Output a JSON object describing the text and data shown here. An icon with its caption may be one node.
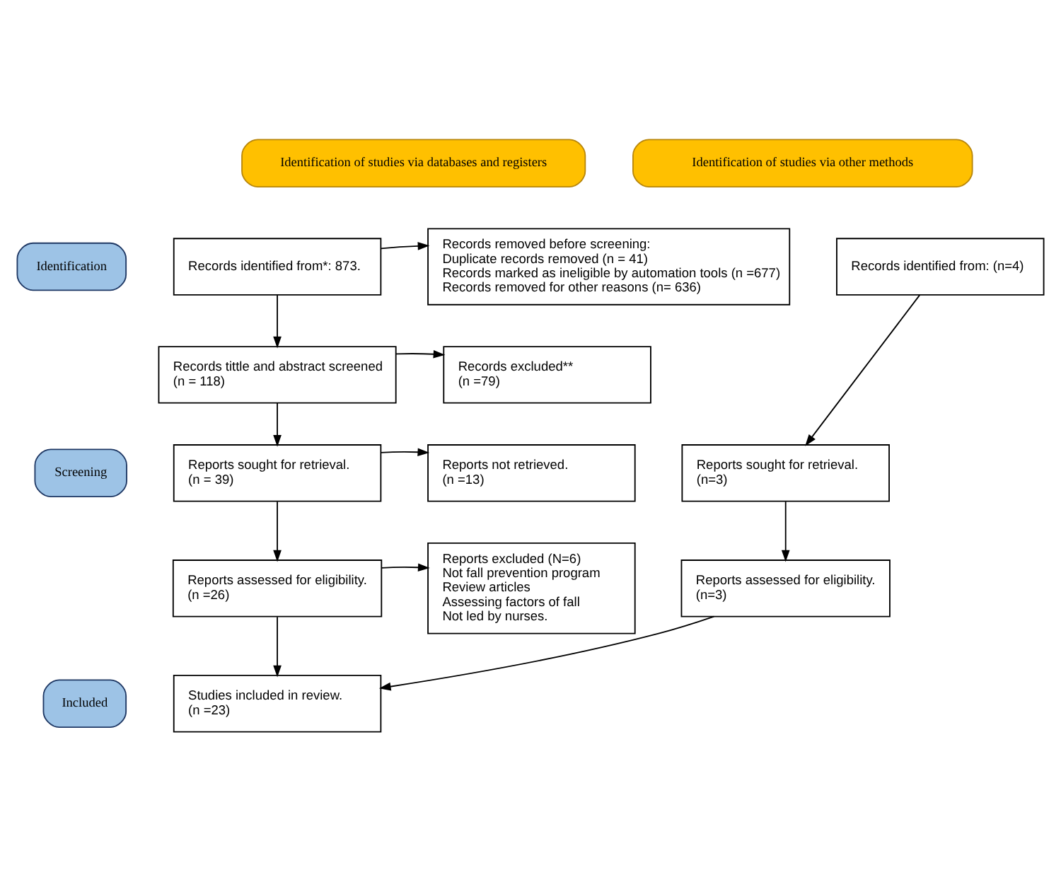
{
  "diagram": {
    "nodes": [
      {
        "text": [
          "Identification of studies via databases and registers"
        ]
      },
      {
        "text": [
          "Identification of studies via other methods"
        ]
      },
      {
        "text": [
          "Identification"
        ]
      },
      {
        "text": [
          "Screening"
        ]
      },
      {
        "text": [
          "Included"
        ]
      },
      {
        "text": [
          "Records identified from*: 873."
        ]
      },
      {
        "text": [
          "Records removed before screening:",
          "Duplicate records removed (n = 41)",
          "Records marked as ineligible by automation tools (n =677)",
          "Records removed for other reasons (n= 636)"
        ]
      },
      {
        "text": [
          "Records identified from: (n=4)"
        ]
      },
      {
        "text": [
          "Records tittle and abstract screened",
          "(n = 118)"
        ]
      },
      {
        "text": [
          "Records excluded**",
          "(n =79)"
        ]
      },
      {
        "text": [
          "Reports sought for retrieval.",
          "(n = 39)"
        ]
      },
      {
        "text": [
          "Reports not retrieved.",
          "(n =13)"
        ]
      },
      {
        "text": [
          "Reports sought for retrieval.",
          "(n=3)"
        ]
      },
      {
        "text": [
          "Reports assessed for eligibility.",
          "(n =26)"
        ]
      },
      {
        "text": [
          "Reports excluded (N=6)",
          "Not fall prevention program",
          "Review articles",
          "Assessing factors of fall",
          "Not led by nurses."
        ]
      },
      {
        "text": [
          "Reports assessed for eligibility.",
          "(n=3)"
        ]
      },
      {
        "text": [
          "Studies included in review.",
          "(n =23)"
        ]
      }
    ],
    "edges": [
      {
        "from": 5,
        "to": 6,
        "arrow": "to"
      },
      {
        "from": 5,
        "to": 8,
        "arrow": "to"
      },
      {
        "from": 8,
        "to": 9,
        "arrow": "to"
      },
      {
        "from": 8,
        "to": 10,
        "arrow": "to"
      },
      {
        "from": 7,
        "to": 12,
        "arrow": "to"
      },
      {
        "from": 10,
        "to": 11,
        "arrow": "to"
      },
      {
        "from": 10,
        "to": 13,
        "arrow": "to"
      },
      {
        "from": 12,
        "to": 15,
        "arrow": "to"
      },
      {
        "from": 13,
        "to": 14,
        "arrow": "to"
      },
      {
        "from": 13,
        "to": 16,
        "arrow": "to"
      },
      {
        "from": 15,
        "to": 16,
        "arrow": "to"
      }
    ]
  }
}
